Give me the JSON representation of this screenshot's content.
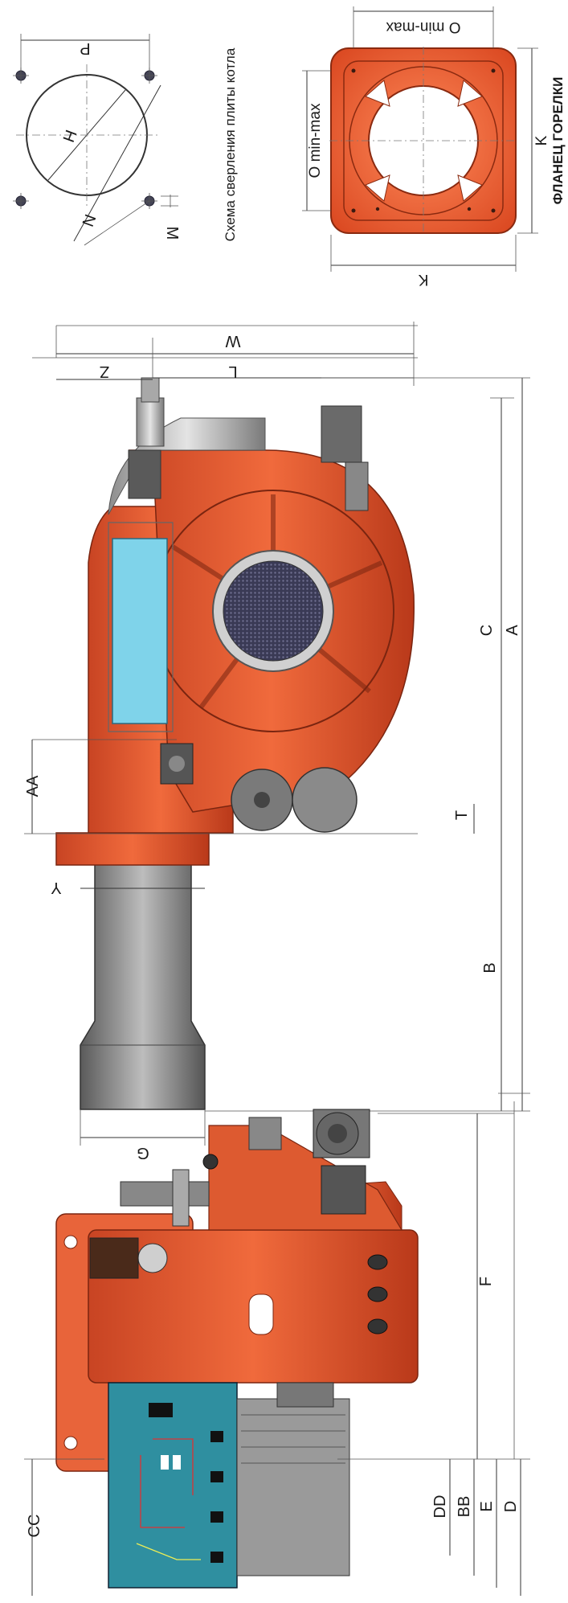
{
  "drilling": {
    "caption": "Схема сверления плиты котла",
    "labels": {
      "P": "P",
      "H": "H",
      "N": "N",
      "M": "M"
    }
  },
  "flange": {
    "caption": "ФЛАНЕЦ ГОРЕЛКИ",
    "labels": {
      "omin_left": "O min-max",
      "omin_top": "O min-max",
      "K_bottom": "K",
      "K_right": "K"
    }
  },
  "side_view": {
    "labels": {
      "W": "W",
      "Z": "Z",
      "L": "L",
      "AA": "AA",
      "Y": "Y",
      "T": "T",
      "C": "C",
      "A": "A",
      "B": "B",
      "G": "G"
    }
  },
  "top_view": {
    "labels": {
      "F": "F",
      "CC": "CC",
      "DD": "DD",
      "BB": "BB",
      "E": "E",
      "D": "D"
    }
  },
  "colors": {
    "burner_body": "#e2552e",
    "burner_dark": "#b83a1c",
    "control_panel": "#2f8fa0",
    "nozzle": "#7d7d7d",
    "glass": "#7fd3ea"
  }
}
